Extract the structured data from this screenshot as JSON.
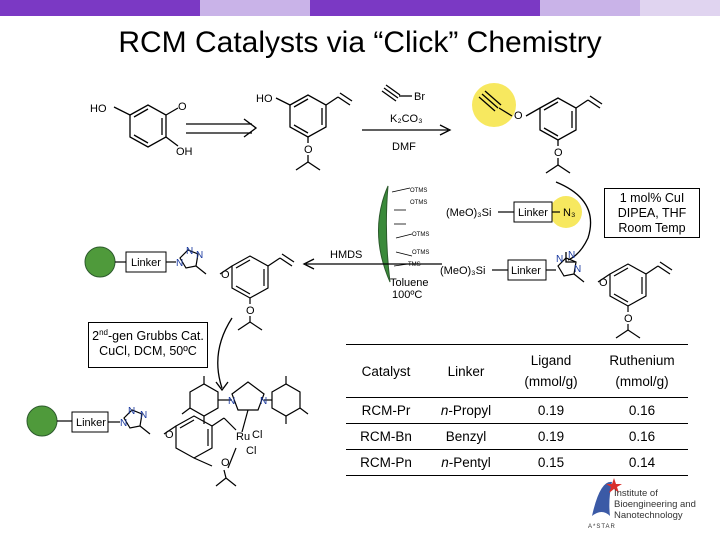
{
  "slide": {
    "title": "RCM Catalysts via “Click” Chemistry",
    "top_bar_colors": [
      "#7b39c4",
      "#c9b3e8",
      "#7b39c4",
      "#c9b3e8",
      "#e0d4f0"
    ]
  },
  "scheme": {
    "labels": {
      "ho": "HO",
      "oh": "OH",
      "o": "O",
      "br": "Br",
      "k2co3": "K₂CO₃",
      "dmf": "DMF",
      "linker": "Linker",
      "meo3si": "(MeO)₃Si",
      "n3": "N₃",
      "n": "N",
      "hmds": "HMDS",
      "toluene": "Toluene",
      "temp100": "100ºC",
      "ru": "Ru",
      "cl": "Cl",
      "otms": "OTMS",
      "tms": "TMS"
    },
    "click_conditions": [
      "1 mol% CuI",
      "DIPEA, THF",
      "Room Temp"
    ],
    "grubbs_conditions": {
      "sup": "nd",
      "line1_pre": "2",
      "line1_post": "-gen Grubbs Cat.",
      "line2": "CuCl, DCM, 50ºC"
    },
    "colors": {
      "highlight": "#f7e85f",
      "bead": "#4f9a3b",
      "silica": "#3a8a3a"
    }
  },
  "table": {
    "headers": {
      "catalyst": "Catalyst",
      "linker": "Linker",
      "ligand": "Ligand\n(mmol/g)",
      "ruthenium": "Ruthenium\n(mmol/g)"
    },
    "header_lines": {
      "ligand": [
        "Ligand",
        "(mmol/g)"
      ],
      "ruthenium": [
        "Ruthenium",
        "(mmol/g)"
      ]
    },
    "rows": [
      {
        "catalyst": "RCM-Pr",
        "linker_prefix": "n",
        "linker_rest": "-Propyl",
        "ligand": "0.19",
        "ruthenium": "0.16"
      },
      {
        "catalyst": "RCM-Bn",
        "linker_prefix": "",
        "linker_rest": "Benzyl",
        "ligand": "0.19",
        "ruthenium": "0.16"
      },
      {
        "catalyst": "RCM-Pn",
        "linker_prefix": "n",
        "linker_rest": "-Pentyl",
        "ligand": "0.15",
        "ruthenium": "0.14"
      }
    ]
  },
  "logo": {
    "lines": [
      "Institute of",
      "Bioengineering and",
      "Nanotechnology"
    ],
    "tag": "A*STAR",
    "color": "#3b5aa6",
    "star_color": "#d9302c"
  }
}
